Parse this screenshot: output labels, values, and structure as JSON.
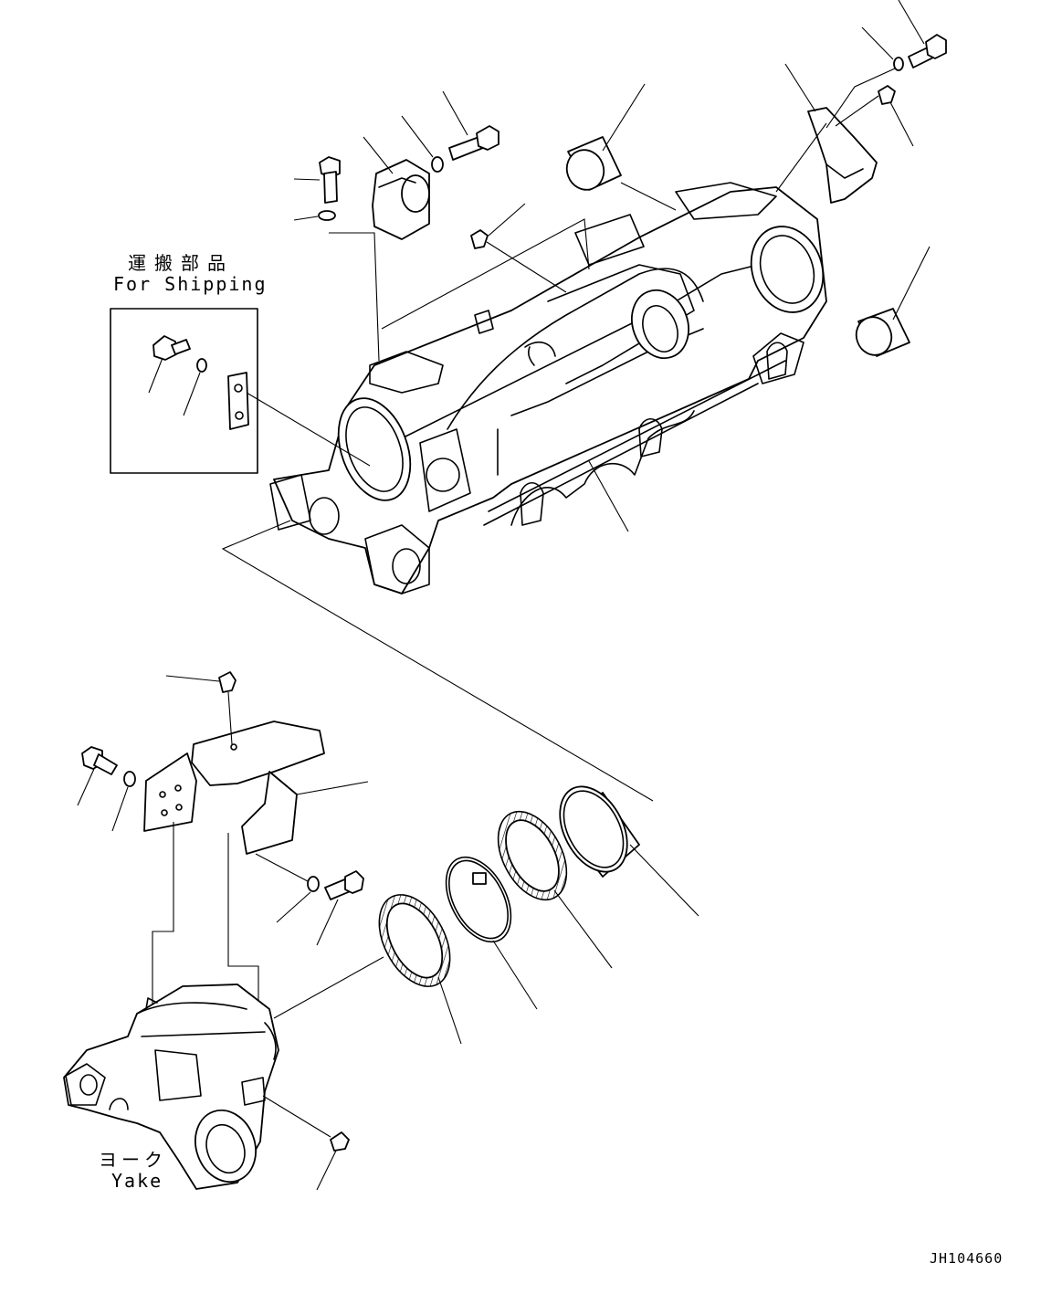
{
  "labels": {
    "shipping_jp": "運搬部品",
    "shipping_en": "For Shipping",
    "yoke_jp": "ヨーク",
    "yoke_en": "Yake",
    "drawing_number": "JH104660"
  },
  "colors": {
    "background": "#ffffff",
    "line": "#000000"
  }
}
